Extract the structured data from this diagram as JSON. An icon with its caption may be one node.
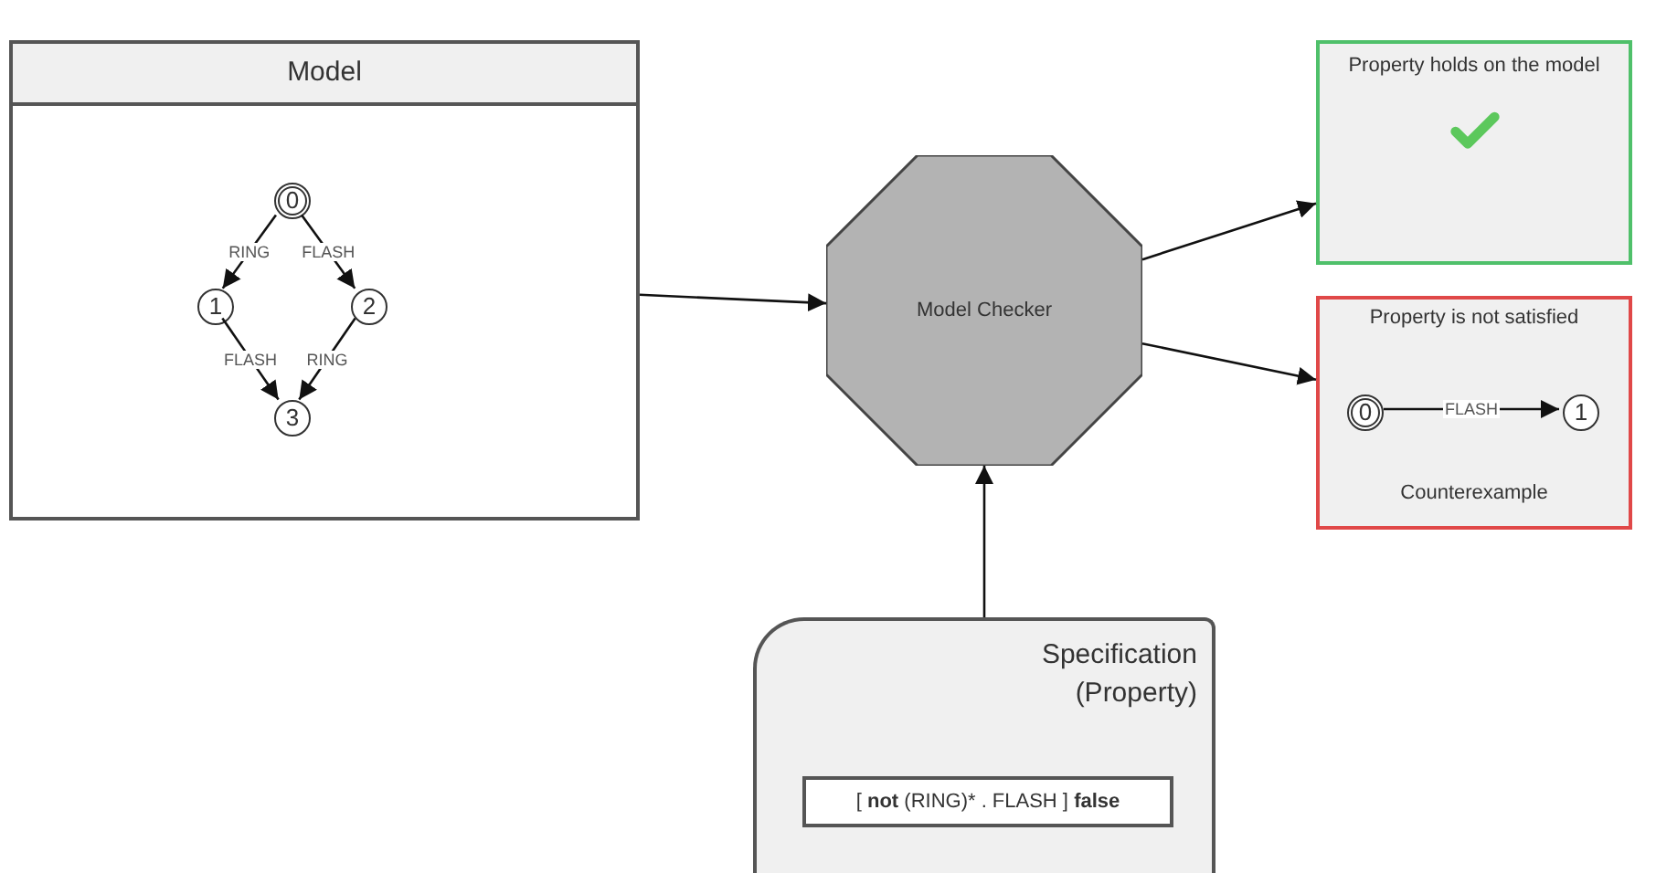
{
  "diagram": {
    "nodes": [
      {
        "text": [
          "Model"
        ]
      },
      {
        "text": [
          "0"
        ],
        "in": 0
      },
      {
        "text": [
          "1"
        ],
        "in": 0
      },
      {
        "text": [
          "2"
        ],
        "in": 0
      },
      {
        "text": [
          "3"
        ],
        "in": 0
      },
      {
        "text": [
          "Model Checker"
        ]
      },
      {
        "text": [
          "Property holds on the model"
        ]
      },
      {
        "text": [
          "Property is not satisfied",
          "Counterexample"
        ]
      },
      {
        "text": [
          "0"
        ],
        "in": 7
      },
      {
        "text": [
          "1"
        ],
        "in": 7
      },
      {
        "text": [
          "Specification (Property)"
        ]
      },
      {
        "text": [
          "[ **not** (RING)* . FLASH ] **false**"
        ],
        "in": 10
      }
    ],
    "edges": [
      {
        "from": 1,
        "to": 2,
        "label": "RING",
        "arrow": "to"
      },
      {
        "from": 1,
        "to": 3,
        "label": "FLASH",
        "arrow": "to"
      },
      {
        "from": 2,
        "to": 4,
        "label": "FLASH",
        "arrow": "to"
      },
      {
        "from": 3,
        "to": 4,
        "label": "RING",
        "arrow": "to"
      },
      {
        "from": 0,
        "to": 5,
        "arrow": "to"
      },
      {
        "from": 5,
        "to": 6,
        "arrow": "to"
      },
      {
        "from": 5,
        "to": 7,
        "arrow": "to"
      },
      {
        "from": 10,
        "to": 5,
        "arrow": "to"
      },
      {
        "from": 8,
        "to": 9,
        "label": "FLASH",
        "arrow": "to"
      }
    ]
  }
}
